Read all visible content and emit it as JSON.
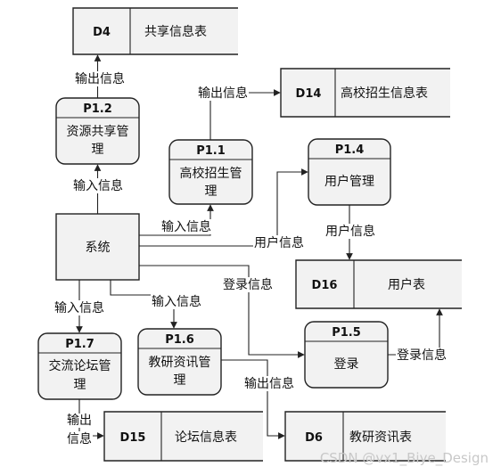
{
  "processes": {
    "p12": {
      "id": "P1.2",
      "name_line1": "资源共享管",
      "name_line2": "理"
    },
    "p11": {
      "id": "P1.1",
      "name_line1": "高校招生管",
      "name_line2": "理"
    },
    "p14": {
      "id": "P1.4",
      "name_line1": "用户管理"
    },
    "p17": {
      "id": "P1.7",
      "name_line1": "交流论坛管",
      "name_line2": "理"
    },
    "p16": {
      "id": "P1.6",
      "name_line1": "教研资讯管",
      "name_line2": "理"
    },
    "p15": {
      "id": "P1.5",
      "name_line1": "登录"
    }
  },
  "entity": {
    "name": "系统"
  },
  "stores": {
    "d4": {
      "id": "D4",
      "name": "共享信息表"
    },
    "d14": {
      "id": "D14",
      "name": "高校招生信息表"
    },
    "d16": {
      "id": "D16",
      "name": "用户表"
    },
    "d15": {
      "id": "D15",
      "name": "论坛信息表"
    },
    "d6": {
      "id": "D6",
      "name": "教研资讯表"
    }
  },
  "flows": {
    "p12_to_d4": "输出信息",
    "p11_to_d14": "输出信息",
    "sys_to_p12": "输入信息",
    "sys_to_p11": "输入信息",
    "sys_to_p14": "用户信息",
    "p14_to_d16": "用户信息",
    "sys_to_p15": "登录信息",
    "p15_to_d16": "登录信息",
    "sys_to_p17": "输入信息",
    "sys_to_p16": "输入信息",
    "p16_to_d6": "输出信息",
    "p17_to_d15_line1": "输出",
    "p17_to_d15_line2": "信息"
  },
  "watermark": "CSDN @vx1_Biye_Design"
}
